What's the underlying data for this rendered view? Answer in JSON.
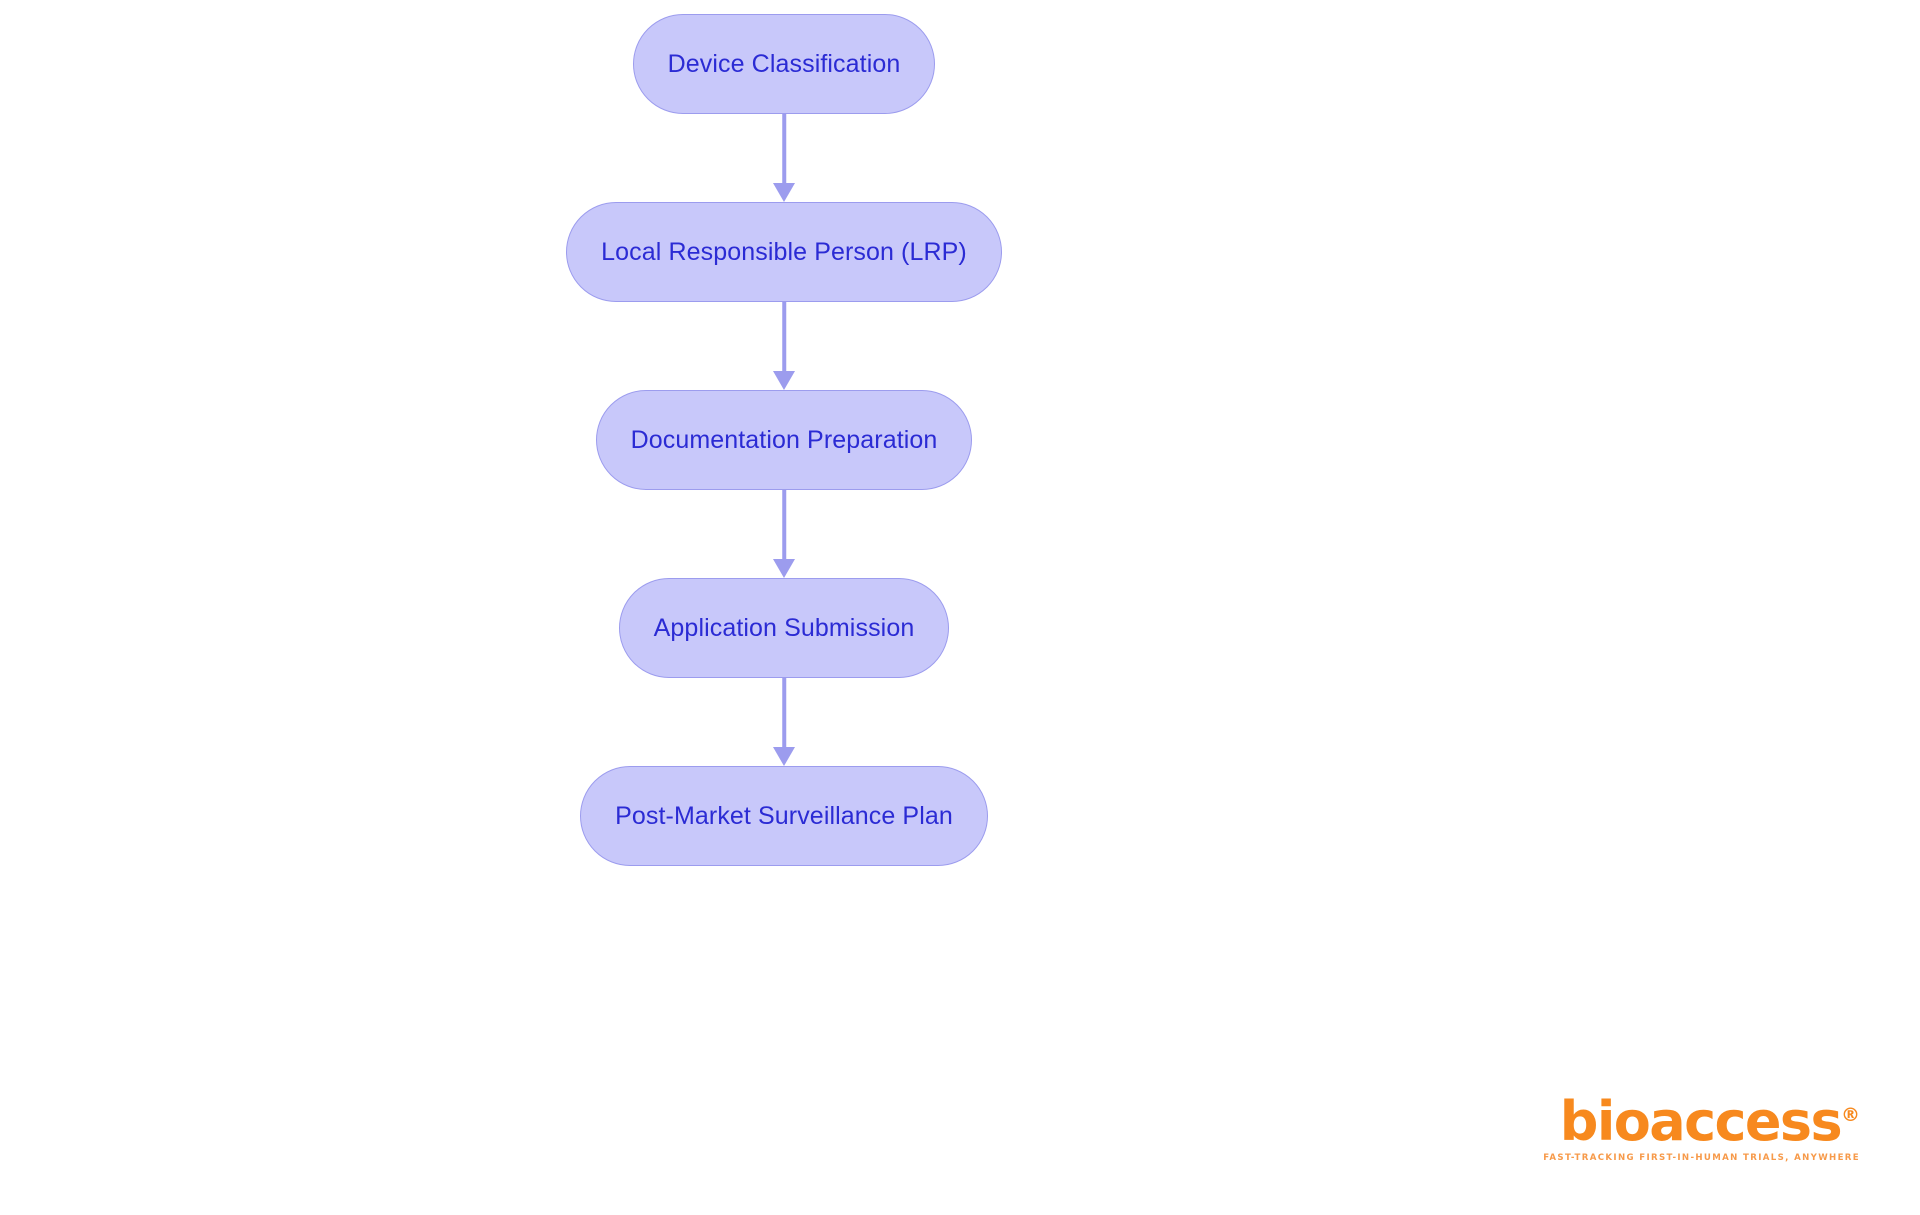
{
  "diagram": {
    "type": "flowchart",
    "orientation": "top-to-bottom",
    "background_color": "#ffffff",
    "node_fill_color": "#c8c8fa",
    "node_border_color": "#9c9cee",
    "node_text_color": "#2b2bd4",
    "connector_color": "#9c9cee",
    "nodes": [
      {
        "id": "device-classification",
        "label": "Device Classification"
      },
      {
        "id": "local-responsible-person",
        "label": "Local Responsible Person (LRP)"
      },
      {
        "id": "documentation-preparation",
        "label": "Documentation Preparation"
      },
      {
        "id": "application-submission",
        "label": "Application Submission"
      },
      {
        "id": "post-market-surveillance-plan",
        "label": "Post-Market Surveillance Plan"
      }
    ],
    "connectors": [
      {
        "from": "device-classification",
        "to": "local-responsible-person"
      },
      {
        "from": "local-responsible-person",
        "to": "documentation-preparation"
      },
      {
        "from": "documentation-preparation",
        "to": "application-submission"
      },
      {
        "from": "application-submission",
        "to": "post-market-surveillance-plan"
      }
    ]
  },
  "brand": {
    "wordmark": "bioaccess",
    "registered_mark": "®",
    "tagline": "FAST-TRACKING FIRST-IN-HUMAN TRIALS, ANYWHERE",
    "color": "#f7891e"
  }
}
